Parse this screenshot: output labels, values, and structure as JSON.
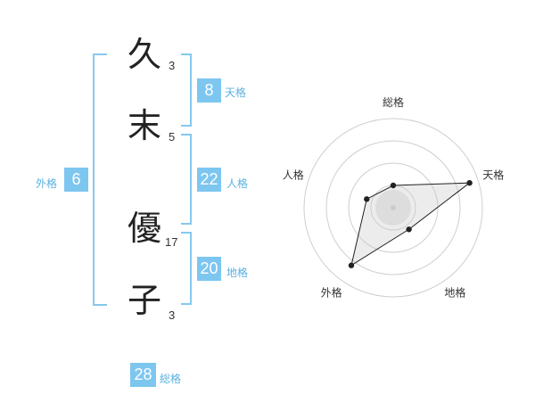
{
  "name": {
    "chars": [
      {
        "char": "久",
        "strokes": "3"
      },
      {
        "char": "末",
        "strokes": "5"
      },
      {
        "char": "優",
        "strokes": "17"
      },
      {
        "char": "子",
        "strokes": "3"
      }
    ]
  },
  "fortunes": {
    "tenkaku": {
      "value": "8",
      "label": "天格"
    },
    "jinkaku": {
      "value": "22",
      "label": "人格"
    },
    "chikaku": {
      "value": "20",
      "label": "地格"
    },
    "gaikaku": {
      "value": "6",
      "label": "外格"
    },
    "soukaku": {
      "value": "28",
      "label": "総格"
    }
  },
  "colors": {
    "accent": "#7dc6f0",
    "bracket": "#86c8ee",
    "label": "#5bb1e0"
  },
  "chart_data": {
    "type": "radar",
    "axes": [
      "総格",
      "天格",
      "地格",
      "外格",
      "人格"
    ],
    "rings": 4,
    "values": [
      1,
      3.6,
      1.2,
      3.2,
      1.25
    ],
    "max": 4
  }
}
